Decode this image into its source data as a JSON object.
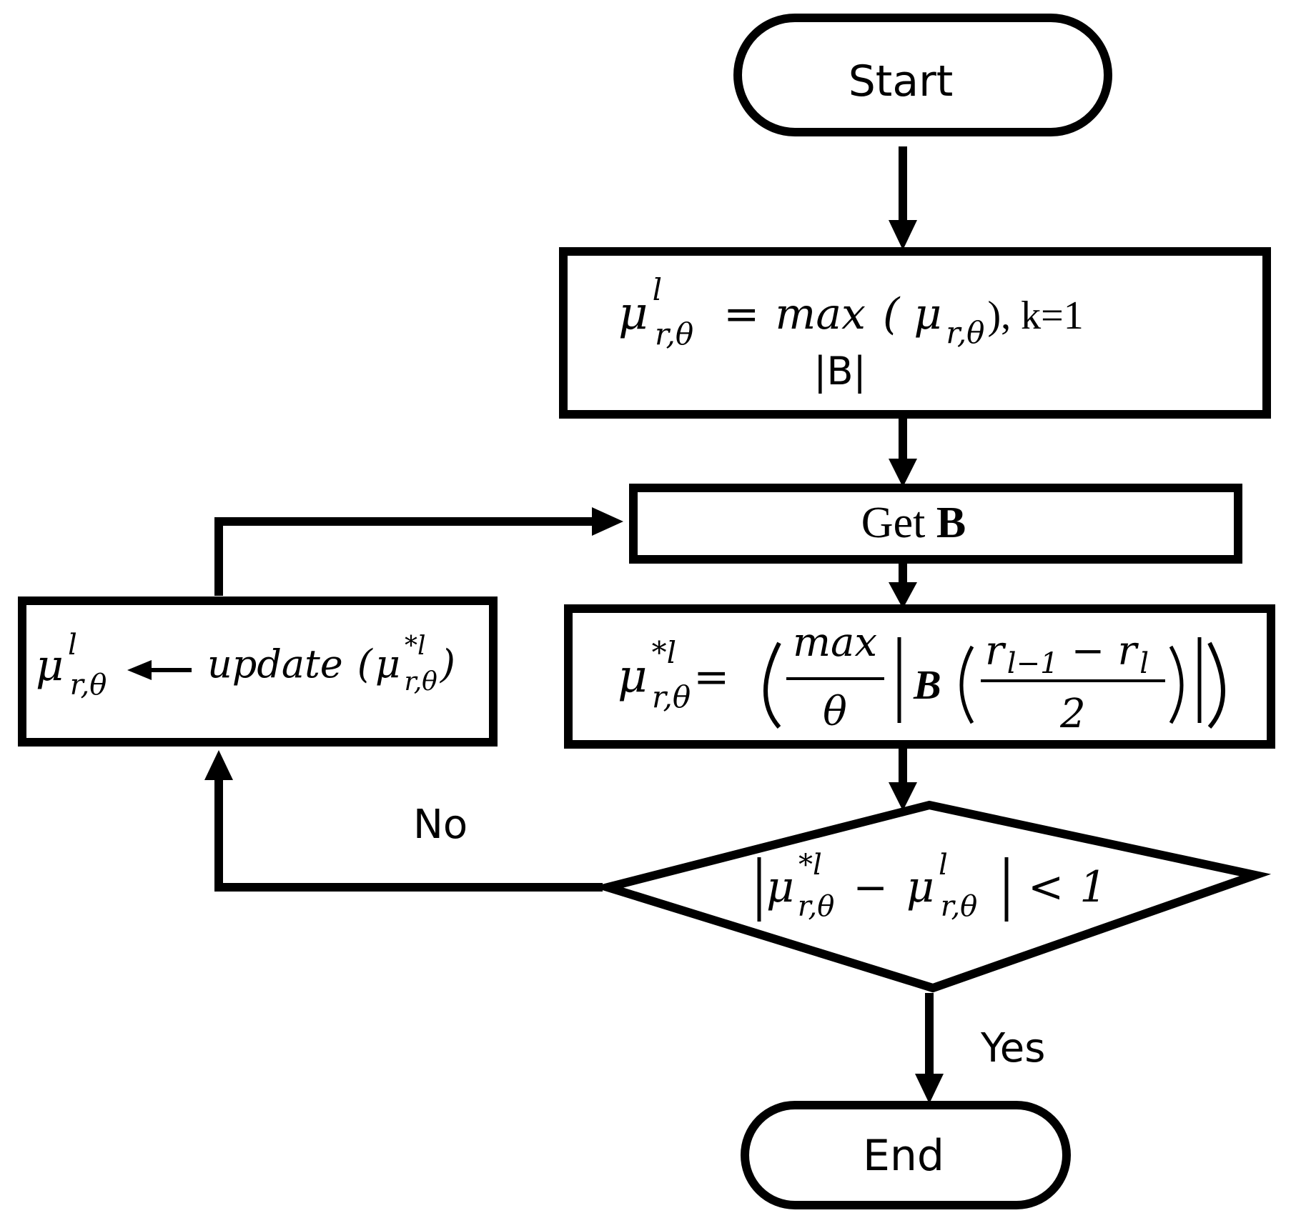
{
  "diagram": {
    "start_label": "Start",
    "end_label": "End",
    "init_box": {
      "mu": "μ",
      "sup": "l",
      "sub": "r,θ",
      "equals": "=",
      "max_text": "max",
      "open": "(",
      "mu2": "μ",
      "sub2": "r,θ",
      "close_tail": "), k=1",
      "abs_b": "|B|"
    },
    "getb_box": {
      "get": "Get ",
      "b": "B"
    },
    "compute_box": {
      "mu": "μ",
      "sup": "*l",
      "sub": "r,θ",
      "equals": "=",
      "numer": "max",
      "denom": "θ",
      "b": "B",
      "r_left": "r",
      "r_left_sub": "l−1",
      "minus": "−",
      "r_right": "r",
      "r_right_sub": "l",
      "two": "2"
    },
    "decision": {
      "mu1": "μ",
      "sup1": "*l",
      "sub1": "r,θ",
      "minus": "−",
      "mu2": "μ",
      "sup2": "l",
      "sub2": "r,θ",
      "lt": "<",
      "one": "1"
    },
    "update_box": {
      "mu": "μ",
      "sup": "l",
      "sub": "r,θ",
      "update_word": "update",
      "open": "(",
      "mu2": "μ",
      "sup2": "*l",
      "sub2": "r,θ",
      "close": ")"
    },
    "no_label": "No",
    "yes_label": "Yes"
  }
}
